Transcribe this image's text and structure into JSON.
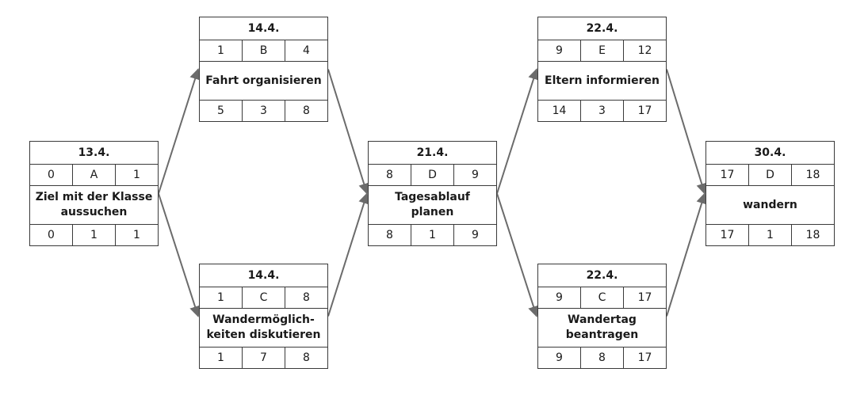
{
  "nodes": [
    {
      "id": "n1",
      "date": "13.4.",
      "top": [
        "0",
        "A",
        "1"
      ],
      "label": "Ziel mit der Klasse aussuchen",
      "bottom": [
        "0",
        "1",
        "1"
      ]
    },
    {
      "id": "n2",
      "date": "14.4.",
      "top": [
        "1",
        "B",
        "4"
      ],
      "label": "Fahrt organisieren",
      "bottom": [
        "5",
        "3",
        "8"
      ]
    },
    {
      "id": "n3",
      "date": "14.4.",
      "top": [
        "1",
        "C",
        "8"
      ],
      "label": "Wandermöglich-keiten diskutieren",
      "bottom": [
        "1",
        "7",
        "8"
      ]
    },
    {
      "id": "n4",
      "date": "21.4.",
      "top": [
        "8",
        "D",
        "9"
      ],
      "label": "Tagesablauf planen",
      "bottom": [
        "8",
        "1",
        "9"
      ]
    },
    {
      "id": "n5",
      "date": "22.4.",
      "top": [
        "9",
        "E",
        "12"
      ],
      "label": "Eltern informieren",
      "bottom": [
        "14",
        "3",
        "17"
      ]
    },
    {
      "id": "n6",
      "date": "22.4.",
      "top": [
        "9",
        "C",
        "17"
      ],
      "label": "Wandertag beantragen",
      "bottom": [
        "9",
        "8",
        "17"
      ]
    },
    {
      "id": "n7",
      "date": "30.4.",
      "top": [
        "17",
        "D",
        "18"
      ],
      "label": "wandern",
      "bottom": [
        "17",
        "1",
        "18"
      ]
    }
  ],
  "edges": [
    [
      "n1",
      "n2"
    ],
    [
      "n1",
      "n3"
    ],
    [
      "n2",
      "n4"
    ],
    [
      "n3",
      "n4"
    ],
    [
      "n4",
      "n5"
    ],
    [
      "n4",
      "n6"
    ],
    [
      "n5",
      "n7"
    ],
    [
      "n6",
      "n7"
    ]
  ],
  "colors": {
    "edge": "#6b6b6b",
    "border": "#3a3a3a"
  }
}
